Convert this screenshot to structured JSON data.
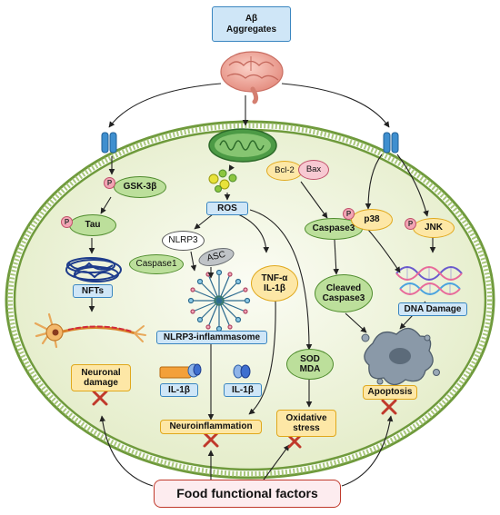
{
  "nodes": {
    "abeta": "Aβ\nAggregates",
    "gsk3b": "GSK-3β",
    "tau": "Tau",
    "nfts": "NFTs",
    "neuronal_damage": "Neuronal\ndamage",
    "ros": "ROS",
    "nlrp3": "NLRP3",
    "caspase1": "Caspase1",
    "asc": "ASC",
    "inflammasome": "NLRP3-inflammasome",
    "il1b_left": "IL-1β",
    "il1b_right": "IL-1β",
    "neuroinflammation": "Neuroinflammation",
    "tnf_il1b": "TNF-α\nIL-1β",
    "bcl2": "Bcl-2",
    "bax": "Bax",
    "caspase3": "Caspase3",
    "cleaved_caspase3": "Cleaved\nCaspase3",
    "sod_mda": "SOD\nMDA",
    "oxidative_stress": "Oxidative\nstress",
    "p38": "p38",
    "jnk": "JNK",
    "dna_damage": "DNA Damage",
    "apoptosis": "Apoptosis",
    "food_factors": "Food functional factors"
  },
  "phospho_label": "P",
  "colors": {
    "membrane": "#6f9a3c",
    "cell_fill": "#eef3dc",
    "arrow": "#222222",
    "inhibit_x": "#c0392b",
    "food_border": "#c0392b"
  },
  "icons": [
    "brain-icon",
    "receptor-icon",
    "mitochondrion-icon",
    "neuron-icon",
    "dna-icon",
    "apoptotic-cell-icon"
  ]
}
